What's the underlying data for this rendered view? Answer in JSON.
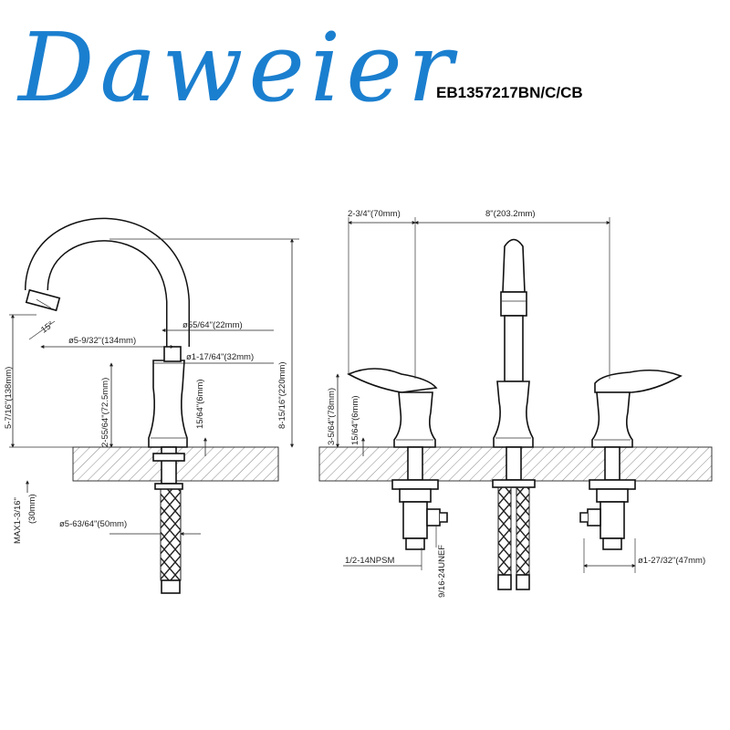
{
  "brand": {
    "name": "Daweier",
    "color": "#1b7fcf"
  },
  "model": "EB1357217BN/C/CB",
  "side_view": {
    "height_total": "8-15/16\"(220mm)",
    "spout_reach": "ø5-9/32\"(134mm)",
    "spout_height": "5-7/16\"(138mm)",
    "spout_tip": "ø55/64\"(22mm)",
    "body_diameter": "ø1-17/64\"(32mm)",
    "body_height": "2-55/64\"(72.5mm)",
    "base_height": "15/64\"(6mm)",
    "angle": "15°",
    "max_deck": "MAX1-3/16\"",
    "max_deck_mm": "(30mm)",
    "nut_diameter": "ø5-63/64\"(50mm)"
  },
  "front_view": {
    "handle_spacing": "2-3/4\"(70mm)",
    "center_spacing": "8\"(203.2mm)",
    "handle_height": "3-5/64\"(78mm)",
    "handle_base": "15/64\"(6mm)",
    "connector_thread": "1/2-14NPSM",
    "hose_thread": "9/16-24UNEF",
    "valve_diameter": "ø1-27/32\"(47mm)"
  }
}
